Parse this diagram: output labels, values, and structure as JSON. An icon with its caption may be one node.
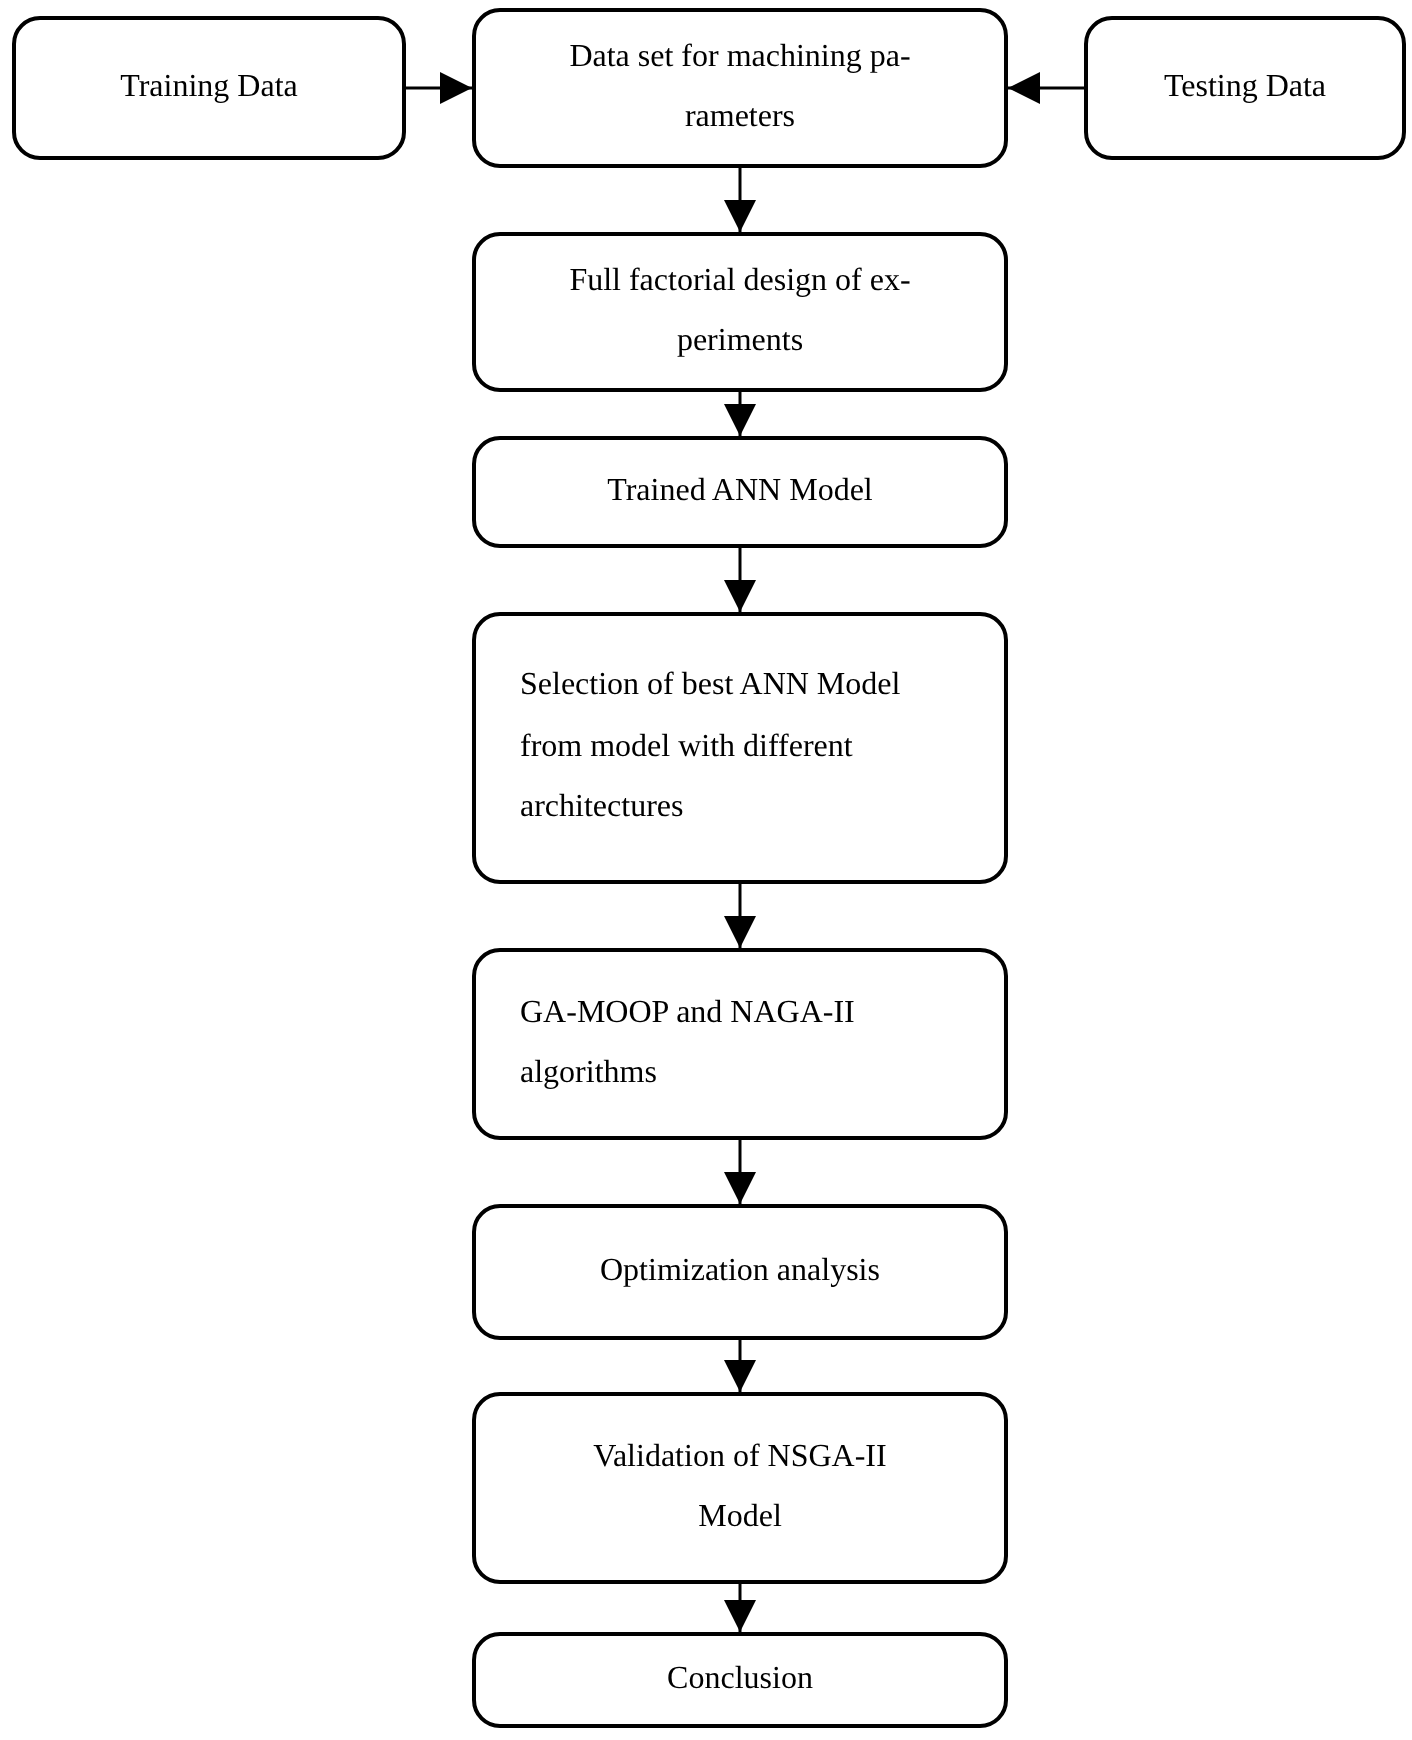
{
  "diagram": {
    "nodes": [
      {
        "text": [
          "Training Data"
        ]
      },
      {
        "text": [
          "Data set for machining pa- rameters"
        ]
      },
      {
        "text": [
          "Testing Data"
        ]
      },
      {
        "text": [
          "Full factorial design of ex- periments"
        ]
      },
      {
        "text": [
          "Trained ANN Model"
        ]
      },
      {
        "text": [
          "Selection of best ANN Model from model with different architectures"
        ]
      },
      {
        "text": [
          "GA-MOOP and NAGA-II algorithms"
        ]
      },
      {
        "text": [
          "Optimization analysis"
        ]
      },
      {
        "text": [
          "Validation of NSGA-II Model"
        ]
      },
      {
        "text": [
          "Conclusion"
        ]
      }
    ],
    "edges": [
      {
        "from": 0,
        "to": 1,
        "arrow": "to"
      },
      {
        "from": 2,
        "to": 1,
        "arrow": "to"
      },
      {
        "from": 1,
        "to": 3,
        "arrow": "to"
      },
      {
        "from": 3,
        "to": 4,
        "arrow": "to"
      },
      {
        "from": 4,
        "to": 5,
        "arrow": "to"
      },
      {
        "from": 5,
        "to": 6,
        "arrow": "to"
      },
      {
        "from": 6,
        "to": 7,
        "arrow": "to"
      },
      {
        "from": 7,
        "to": 8,
        "arrow": "to"
      },
      {
        "from": 8,
        "to": 9,
        "arrow": "to"
      }
    ]
  }
}
